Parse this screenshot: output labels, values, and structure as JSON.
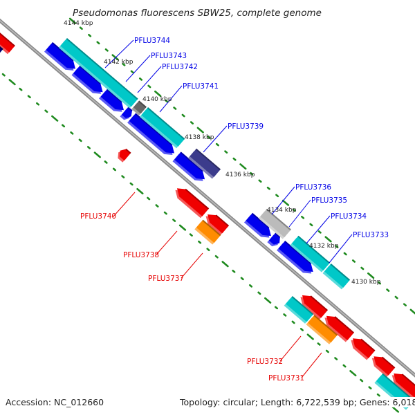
{
  "title": "Pseudomonas fluorescens SBW25, complete genome",
  "footer": {
    "accession": "Accession: NC_012660",
    "summary": "Topology: circular; Length: 6,722,539 bp; Genes: 6,018"
  },
  "colors": {
    "backbone": "#7a7a7a",
    "tick": "#1e8a1e",
    "label_forward": "#0000e6",
    "label_reverse": "#e60000",
    "blue": "#0000ee",
    "cyan": "#00c8c8",
    "red": "#f00000",
    "orange": "#ff8c00",
    "navy": "#3c3c8c",
    "darkgray": "#666666",
    "lightgray": "#bbbbbb",
    "darknavy": "#000070"
  },
  "scale": {
    "unit": "kbp",
    "labels": [
      "4144 kbp",
      "4142 kbp",
      "4140 kbp",
      "4138 kbp",
      "4136 kbp",
      "4134 kbp",
      "4132 kbp",
      "4130 kbp"
    ]
  },
  "gene_labels": {
    "forward": [
      "PFLU3744",
      "PFLU3743",
      "PFLU3742",
      "PFLU3741",
      "PFLU3739",
      "PFLU3736",
      "PFLU3735",
      "PFLU3734",
      "PFLU3733"
    ],
    "reverse": [
      "PFLU3740",
      "PFLU3738",
      "PFLU3737",
      "PFLU3732",
      "PFLU3731"
    ]
  }
}
